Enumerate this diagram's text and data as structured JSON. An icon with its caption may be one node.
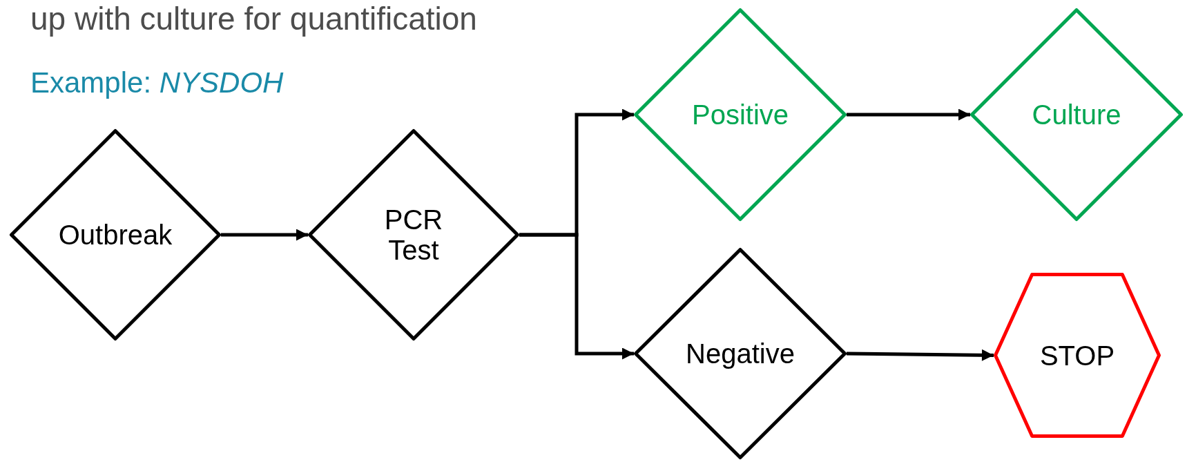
{
  "diagram": {
    "nodes": [
      {
        "text": [
          "Outbreak"
        ]
      },
      {
        "text": [
          "PCR Test"
        ]
      },
      {
        "text": [
          "Positive"
        ]
      },
      {
        "text": [
          "Culture"
        ]
      },
      {
        "text": [
          "Negative"
        ]
      },
      {
        "text": [
          "STOP"
        ]
      }
    ],
    "edges": [
      {
        "from": 0,
        "to": 1,
        "arrow": "to"
      },
      {
        "from": 1,
        "to": 2,
        "arrow": "to"
      },
      {
        "from": 1,
        "to": 4,
        "arrow": "to"
      },
      {
        "from": 2,
        "to": 3,
        "arrow": "to"
      },
      {
        "from": 4,
        "to": 5,
        "arrow": "to"
      }
    ],
    "labels": [
      "up with culture for quantification",
      "Example: *NYSDOH*"
    ]
  }
}
